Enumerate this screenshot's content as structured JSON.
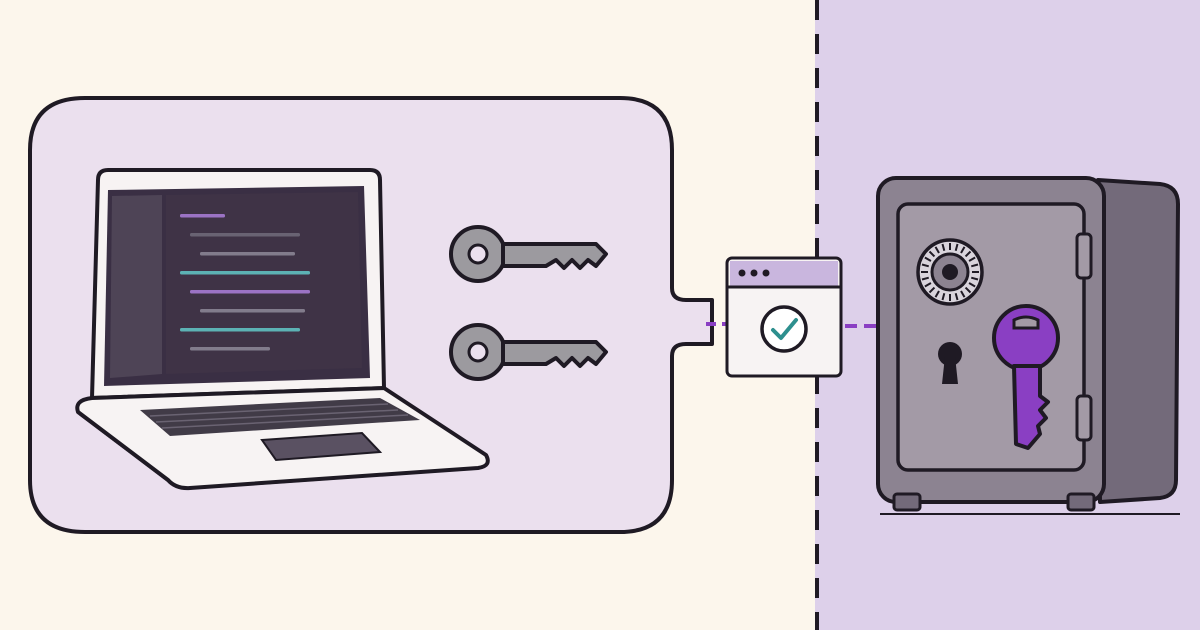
{
  "colors": {
    "left_background": "#fcf6ec",
    "right_background": "#ddd0ea",
    "panel_fill": "#ebe0ee",
    "outline": "#1f1a24",
    "screen_bezel": "#3a2f44",
    "screen_sidebar": "#4e4456",
    "screen_main": "#3f3346",
    "laptop_body": "#f7f3f3",
    "keyboard": "#413b47",
    "trackpad": "#5a5162",
    "key_gray": "#9c9a9f",
    "accent_purple": "#8a3fc3",
    "check_teal": "#2d8f8e",
    "safe_body": "#8c8391",
    "safe_door": "#a39aa6",
    "safe_side": "#736a7a",
    "dashed_divider": "#1f1a24"
  },
  "icons": {
    "laptop": "laptop-icon",
    "keys": "key-icon",
    "secure_window": "browser-window-check-icon",
    "vault": "safe-icon",
    "vault_key": "purple-key-icon"
  },
  "code_lines": [
    {
      "color": "#a57ad2",
      "width": 45
    },
    {
      "color": "#6e6878",
      "width": 110
    },
    {
      "color": "#8a8494",
      "width": 95
    },
    {
      "color": "#5fc0c0",
      "width": 130
    },
    {
      "color": "#a57ad2",
      "width": 120
    },
    {
      "color": "#8a8494",
      "width": 105
    },
    {
      "color": "#5fc0c0",
      "width": 120
    },
    {
      "color": "#8a8494",
      "width": 80
    }
  ]
}
